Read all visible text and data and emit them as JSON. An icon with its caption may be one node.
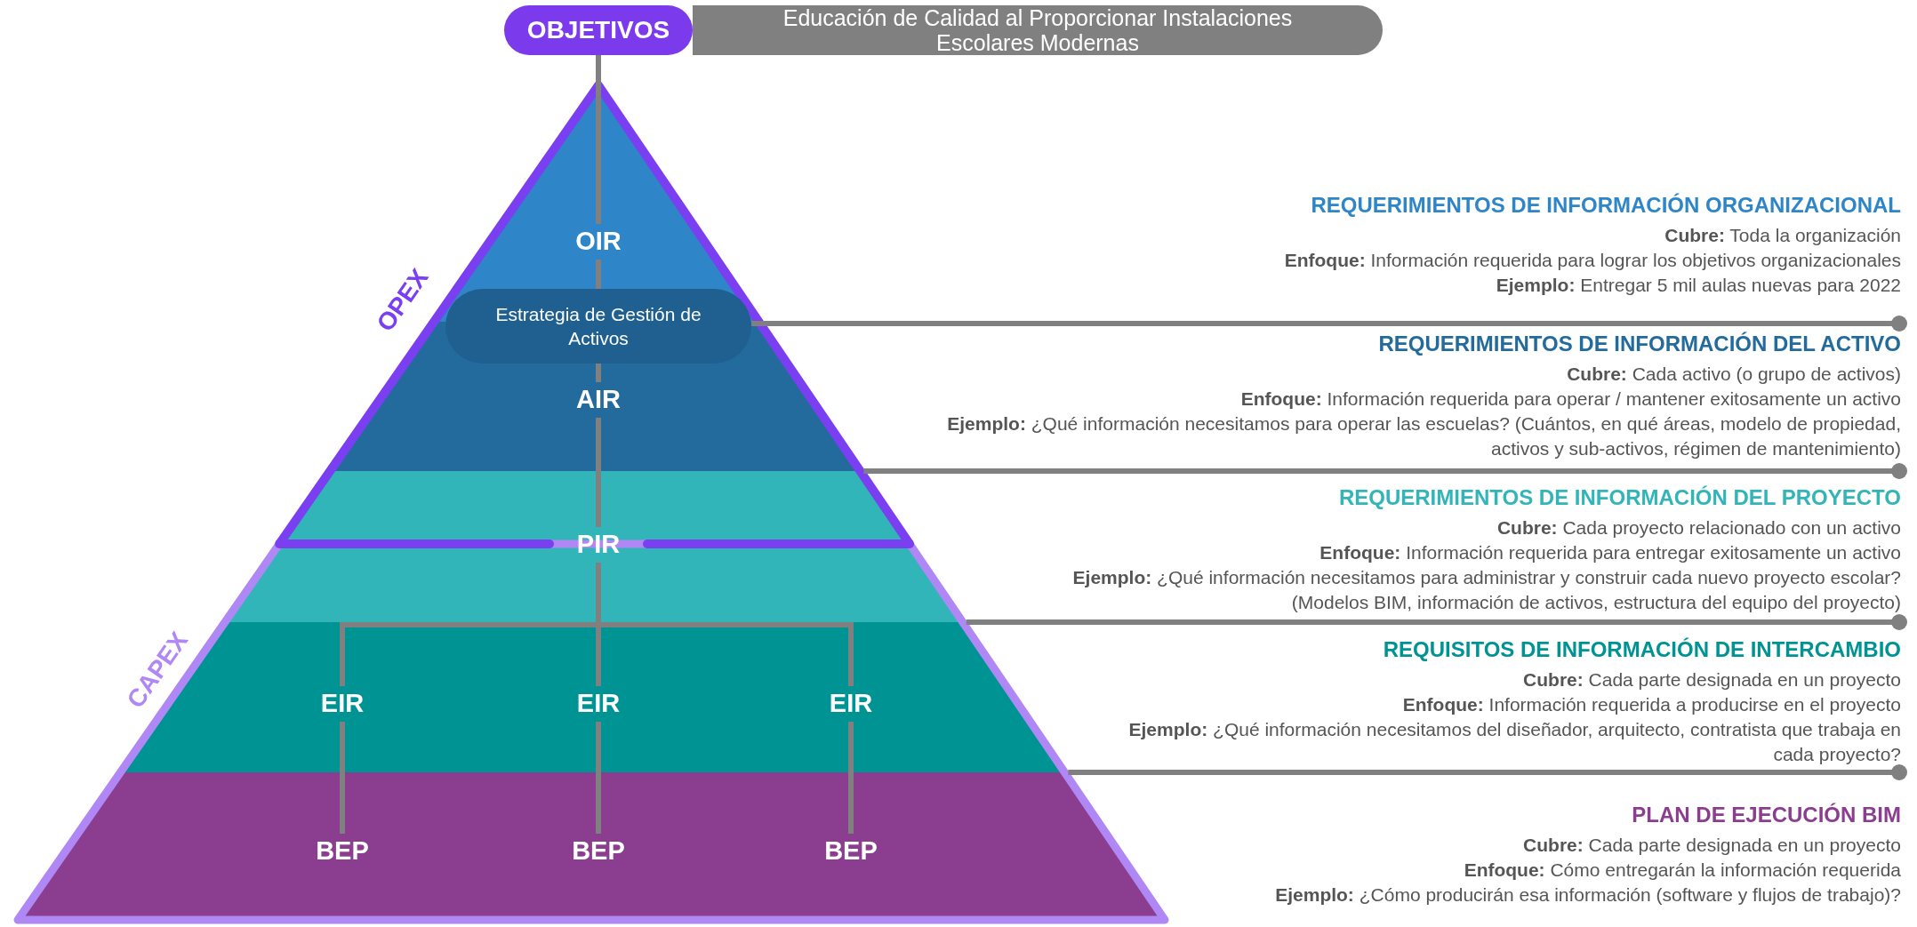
{
  "diagram": {
    "nodes": [
      {
        "text": [
          "OBJETIVOS"
        ]
      },
      {
        "text": [
          "Educación de Calidad al Proporcionar Instalaciones Escolares Modernas"
        ]
      },
      {
        "text": [
          "OIR"
        ]
      },
      {
        "text": [
          "Estrategia de Gestión de Activos"
        ]
      },
      {
        "text": [
          "AIR"
        ]
      },
      {
        "text": [
          "PIR"
        ]
      },
      {
        "text": [
          "EIR"
        ]
      },
      {
        "text": [
          "EIR"
        ]
      },
      {
        "text": [
          "EIR"
        ]
      },
      {
        "text": [
          "BEP"
        ]
      },
      {
        "text": [
          "BEP"
        ]
      },
      {
        "text": [
          "BEP"
        ]
      }
    ],
    "edges": [
      {
        "from": 0,
        "to": 2,
        "arrow": "none"
      },
      {
        "from": 2,
        "to": 3,
        "arrow": "none"
      },
      {
        "from": 3,
        "to": 4,
        "arrow": "none"
      },
      {
        "from": 4,
        "to": 5,
        "arrow": "none"
      },
      {
        "from": 5,
        "to": 6,
        "arrow": "none"
      },
      {
        "from": 5,
        "to": 7,
        "arrow": "none"
      },
      {
        "from": 5,
        "to": 8,
        "arrow": "none"
      },
      {
        "from": 6,
        "to": 9,
        "arrow": "none"
      },
      {
        "from": 7,
        "to": 10,
        "arrow": "none"
      },
      {
        "from": 8,
        "to": 11,
        "arrow": "none"
      }
    ],
    "labels": [
      "REQUERIMIENTOS DE INFORMACIÓN ORGANIZACIONAL",
      "**Cubre:** Toda la organización",
      "**Enfoque:** Información requerida para lograr los objetivos organizacionales",
      "**Ejemplo:** Entregar 5 mil aulas nuevas para 2022",
      "REQUERIMIENTOS DE INFORMACIÓN DEL ACTIVO",
      "**Cubre:** Cada activo (o grupo de activos)",
      "**Enfoque:** Información requerida para operar / mantener exitosamente un activo",
      "**Ejemplo:** ¿Qué información necesitamos para operar las escuelas? (Cuántos, en qué áreas, modelo de propiedad, activos y sub-activos, régimen de mantenimiento)",
      "REQUERIMIENTOS DE INFORMACIÓN DEL PROYECTO",
      "**Cubre:** Cada proyecto relacionado con un activo",
      "**Enfoque:** Información requerida para entregar exitosamente un activo",
      "**Ejemplo:** ¿Qué información necesitamos para administrar y construir cada nuevo proyecto escolar? (Modelos BIM, información de activos, estructura del equipo del proyecto)",
      "REQUISITOS DE INFORMACIÓN DE INTERCAMBIO",
      "**Cubre:** Cada parte designada en un proyecto",
      "**Enfoque:** Información requerida a producirse en el proyecto",
      "**Ejemplo:** ¿Qué información necesitamos del diseñador, arquitecto, contratista que trabaja en cada proyecto?",
      "PLAN DE EJECUCIÓN BIM",
      "**Cubre:** Cada parte designada en un proyecto",
      "**Enfoque:** Cómo entregarán la información requerida",
      "**Ejemplo:** ¿Cómo producirán esa información (software y flujos de trabajo)?",
      "OPEX",
      "CAPEX"
    ]
  }
}
